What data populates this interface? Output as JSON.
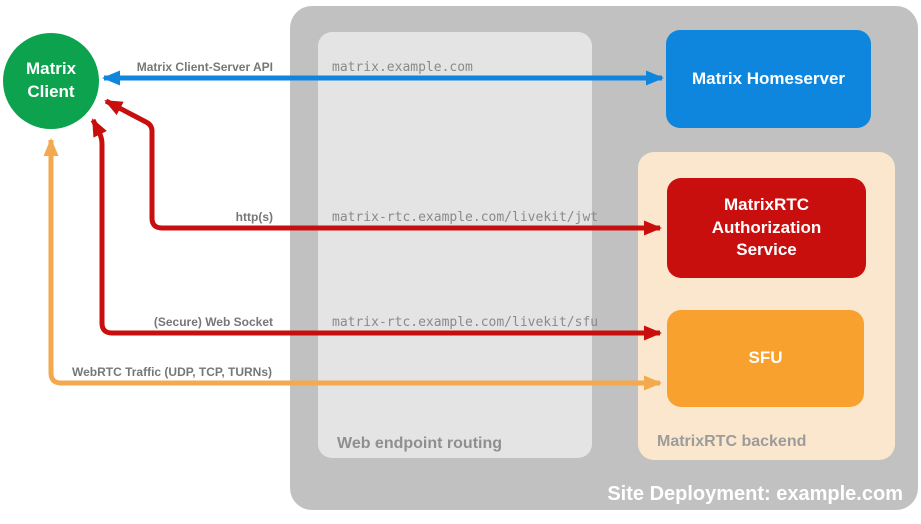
{
  "diagram": {
    "site_label": "Site Deployment: example.com",
    "client": {
      "label": "Matrix Client"
    },
    "homeserver": {
      "label": "Matrix Homeserver"
    },
    "web_endpoint_routing": {
      "label": "Web endpoint routing",
      "endpoints": [
        "matrix.example.com",
        "matrix-rtc.example.com/livekit/jwt",
        "matrix-rtc.example.com/livekit/sfu"
      ]
    },
    "matrixrtc_backend": {
      "label": "MatrixRTC backend",
      "services": [
        {
          "label": "MatrixRTC Authorization Service"
        },
        {
          "label": "SFU"
        }
      ]
    },
    "connections": [
      {
        "label": "Matrix Client-Server API",
        "color": "#0e86dd",
        "from": "Matrix Client",
        "to": "Matrix Homeserver",
        "bidirectional": true
      },
      {
        "label": "http(s)",
        "color": "#c90e0e",
        "from": "Matrix Client",
        "to": "MatrixRTC Authorization Service",
        "bidirectional": true
      },
      {
        "label": "(Secure) Web Socket",
        "color": "#c90e0e",
        "from": "Matrix Client",
        "to": "SFU",
        "bidirectional": true
      },
      {
        "label": "WebRTC Traffic (UDP, TCP, TURNs)",
        "color": "#f3a94e",
        "from": "Matrix Client",
        "to": "SFU",
        "bidirectional": true
      }
    ],
    "colors": {
      "client_green": "#0ca24e",
      "homeserver_blue": "#0e86dd",
      "auth_red": "#c90e0e",
      "sfu_orange": "#f8a12f",
      "backend_peach": "#fae7ce",
      "deployment_gray": "#c1c1c1",
      "routing_gray": "#e4e4e4",
      "label_gray": "#8f8f8f"
    }
  }
}
